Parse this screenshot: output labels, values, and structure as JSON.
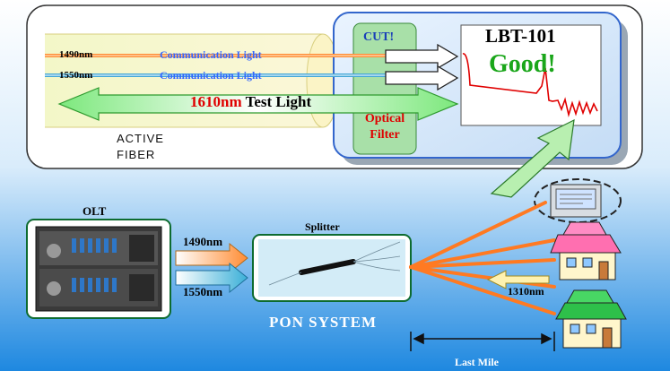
{
  "top_panel": {
    "fiber_rows": [
      {
        "wavelength": "1490nm",
        "label": "Communication Light"
      },
      {
        "wavelength": "1550nm",
        "label": "Communication Light"
      }
    ],
    "test_light": {
      "wavelength": "1610nm",
      "label": "Test Light"
    },
    "active_fiber": [
      "ACTIVE",
      "FIBER"
    ],
    "cut_label": "CUT!",
    "filter_label": [
      "Optical",
      "Filter"
    ],
    "device_model": "LBT-101",
    "status": "Good!"
  },
  "bottom": {
    "olt_label": "OLT",
    "splitter_label": "Splitter",
    "downstream": [
      "1490nm",
      "1550nm"
    ],
    "upstream": "1310nm",
    "system_label": "PON SYSTEM",
    "last_mile": "Last Mile"
  },
  "colors": {
    "sky_top": "#ffffff",
    "sky_bottom": "#1e88e0",
    "green_arrow": "#7de87d",
    "orange_fiber": "#ff8c33",
    "comm_light_text": "#3366ff",
    "test_red": "#e00000",
    "status_green": "#1aa61a",
    "trace_red": "#e00000"
  }
}
